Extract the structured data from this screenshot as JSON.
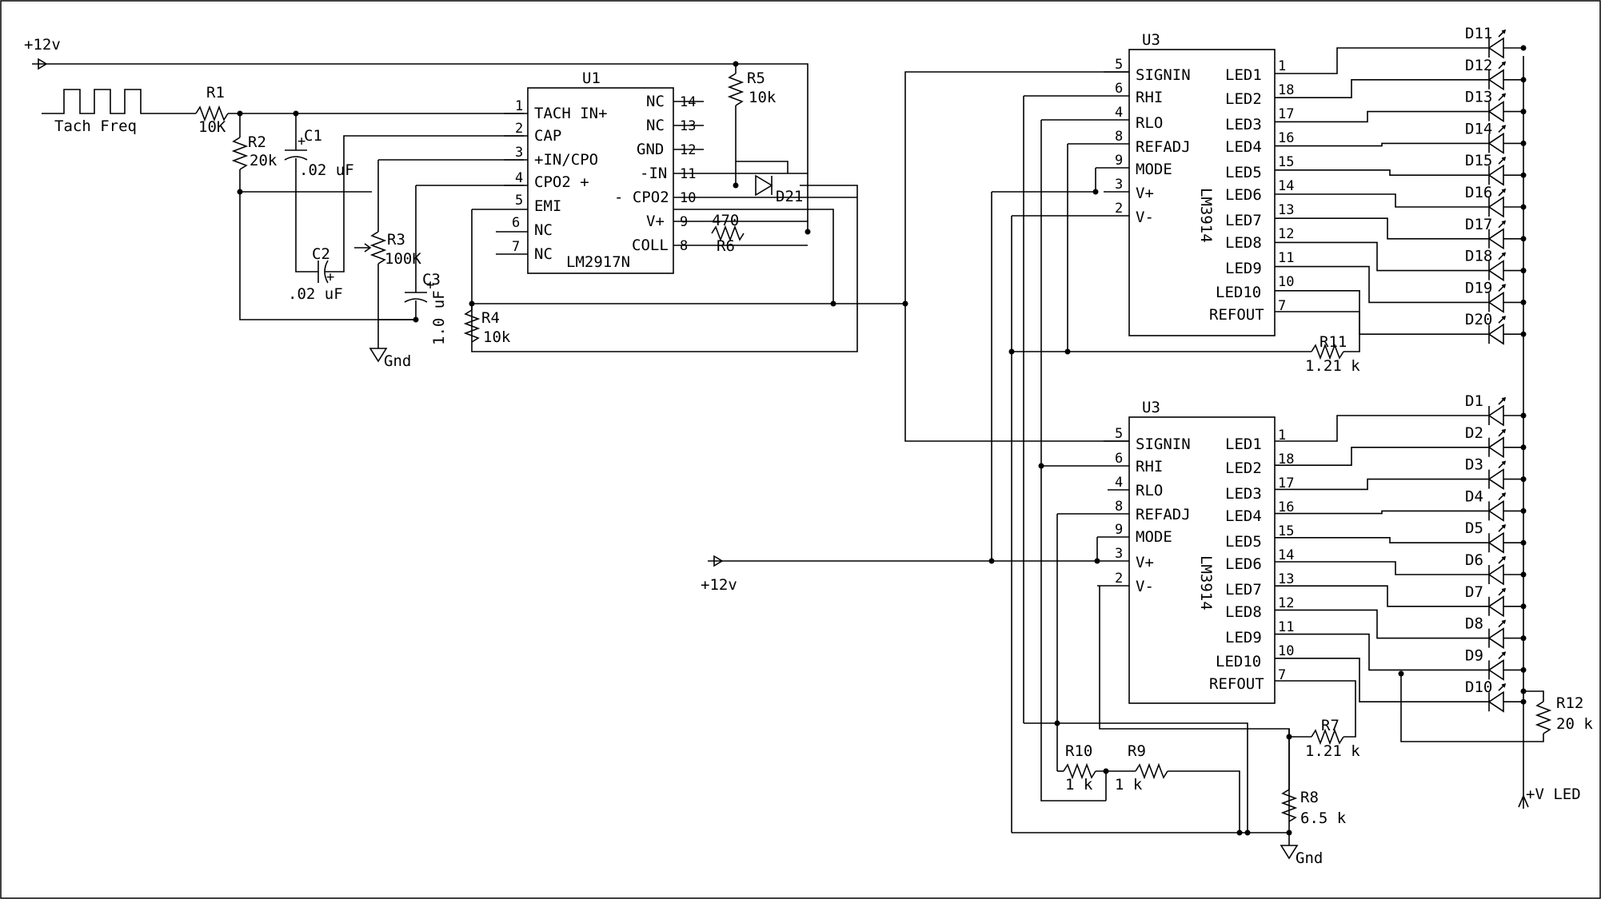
{
  "u1": {
    "designator": "U1",
    "part": "LM2917N",
    "left_pins": [
      {
        "num": "1",
        "name": "TACH IN+"
      },
      {
        "num": "2",
        "name": "CAP"
      },
      {
        "num": "3",
        "name": "+IN/CPO"
      },
      {
        "num": "4",
        "name": "CPO2 +"
      },
      {
        "num": "5",
        "name": "EMI"
      },
      {
        "num": "6",
        "name": "NC"
      },
      {
        "num": "7",
        "name": "NC"
      }
    ],
    "right_pins": [
      {
        "num": "14",
        "name": "NC"
      },
      {
        "num": "13",
        "name": "NC"
      },
      {
        "num": "12",
        "name": "GND"
      },
      {
        "num": "11",
        "name": "-IN"
      },
      {
        "num": "10",
        "name": "- CPO2"
      },
      {
        "num": "9",
        "name": "V+"
      },
      {
        "num": "8",
        "name": "COLL"
      }
    ]
  },
  "u3_top": {
    "designator": "U3",
    "part": "LM3914",
    "left_pins": [
      {
        "num": "5",
        "name": "SIGNIN"
      },
      {
        "num": "6",
        "name": "RHI"
      },
      {
        "num": "4",
        "name": "RLO"
      },
      {
        "num": "8",
        "name": "REFADJ"
      },
      {
        "num": "9",
        "name": "MODE"
      },
      {
        "num": "3",
        "name": "V+"
      },
      {
        "num": "2",
        "name": "V-"
      }
    ],
    "right_pins": [
      {
        "num": "1",
        "name": "LED1"
      },
      {
        "num": "18",
        "name": "LED2"
      },
      {
        "num": "17",
        "name": "LED3"
      },
      {
        "num": "16",
        "name": "LED4"
      },
      {
        "num": "15",
        "name": "LED5"
      },
      {
        "num": "14",
        "name": "LED6"
      },
      {
        "num": "13",
        "name": "LED7"
      },
      {
        "num": "12",
        "name": "LED8"
      },
      {
        "num": "11",
        "name": "LED9"
      },
      {
        "num": "10",
        "name": "LED10"
      },
      {
        "num": "7",
        "name": "REFOUT"
      }
    ]
  },
  "u3_bottom": {
    "designator": "U3",
    "part": "LM3914",
    "left_pins": [
      {
        "num": "5",
        "name": "SIGNIN"
      },
      {
        "num": "6",
        "name": "RHI"
      },
      {
        "num": "4",
        "name": "RLO"
      },
      {
        "num": "8",
        "name": "REFADJ"
      },
      {
        "num": "9",
        "name": "MODE"
      },
      {
        "num": "3",
        "name": "V+"
      },
      {
        "num": "2",
        "name": "V-"
      }
    ],
    "right_pins": [
      {
        "num": "1",
        "name": "LED1"
      },
      {
        "num": "18",
        "name": "LED2"
      },
      {
        "num": "17",
        "name": "LED3"
      },
      {
        "num": "16",
        "name": "LED4"
      },
      {
        "num": "15",
        "name": "LED5"
      },
      {
        "num": "14",
        "name": "LED6"
      },
      {
        "num": "13",
        "name": "LED7"
      },
      {
        "num": "12",
        "name": "LED8"
      },
      {
        "num": "11",
        "name": "LED9"
      },
      {
        "num": "10",
        "name": "LED10"
      },
      {
        "num": "7",
        "name": "REFOUT"
      }
    ]
  },
  "leds_top": [
    "D11",
    "D12",
    "D13",
    "D14",
    "D15",
    "D16",
    "D17",
    "D18",
    "D19",
    "D20"
  ],
  "leds_bottom": [
    "D1",
    "D2",
    "D3",
    "D4",
    "D5",
    "D6",
    "D7",
    "D8",
    "D9",
    "D10"
  ],
  "components": {
    "r1": {
      "ref": "R1",
      "value": "10K"
    },
    "r2": {
      "ref": "R2",
      "value": "20k"
    },
    "r3": {
      "ref": "R3",
      "value": "100K"
    },
    "r4": {
      "ref": "R4",
      "value": "10k"
    },
    "r5": {
      "ref": "R5",
      "value": "10k"
    },
    "r6": {
      "ref": "R6",
      "value": "470"
    },
    "r7": {
      "ref": "R7",
      "value": "1.21 k"
    },
    "r8": {
      "ref": "R8",
      "value": "6.5 k"
    },
    "r9": {
      "ref": "R9",
      "value": "1 k"
    },
    "r10": {
      "ref": "R10",
      "value": "1 k"
    },
    "r11": {
      "ref": "R11",
      "value": "1.21 k"
    },
    "r12": {
      "ref": "R12",
      "value": "20 k"
    },
    "c1": {
      "ref": "C1",
      "value": ".02 uF"
    },
    "c2": {
      "ref": "C2",
      "value": ".02 uF"
    },
    "c3": {
      "ref": "C3",
      "value": "1.0 uF"
    },
    "d21": {
      "ref": "D21"
    }
  },
  "nets": {
    "supply_top": "+12v",
    "supply_mid": "+12v",
    "tach_input": "Tach Freq",
    "gnd_left": "Gnd",
    "gnd_right": "Gnd",
    "led_supply": "+V LED"
  }
}
